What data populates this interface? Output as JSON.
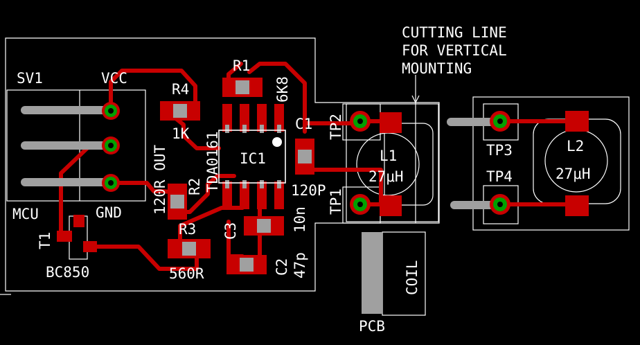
{
  "colors": {
    "background": "#000000",
    "silkscreen": "#ffffff",
    "copper": "#c80000",
    "pad_ring": "#00a000",
    "pin_gray": "#a0a0a0",
    "outline": "#ffffff"
  },
  "labels": {
    "cutting_line": [
      "CUTTING LINE",
      "FOR VERTICAL",
      "MOUNTING"
    ],
    "sv1": "SV1",
    "vcc": "VCC",
    "mcu": "MCU",
    "gnd": "GND",
    "t1": "T1",
    "bc850": "BC850",
    "r1": "R1",
    "r1_value": "6K8",
    "r2": "R2",
    "r2_value": "120R OUT",
    "r3": "R3",
    "r3_value": "560R",
    "r4": "R4",
    "r4_value": "1K",
    "ic1": "IC1",
    "ic1_part": "TDA0161",
    "c1": "C1",
    "c1_value": "120P",
    "c2": "C2",
    "c2_value": "47p",
    "c3": "C3",
    "c3_value": "10n",
    "tp1": "TP1",
    "tp2": "TP2",
    "tp3": "TP3",
    "tp4": "TP4",
    "l1": "L1",
    "l1_value": "27μH",
    "l2": "L2",
    "l2_value": "27μH",
    "coil": "COIL",
    "pcb": "PCB"
  }
}
